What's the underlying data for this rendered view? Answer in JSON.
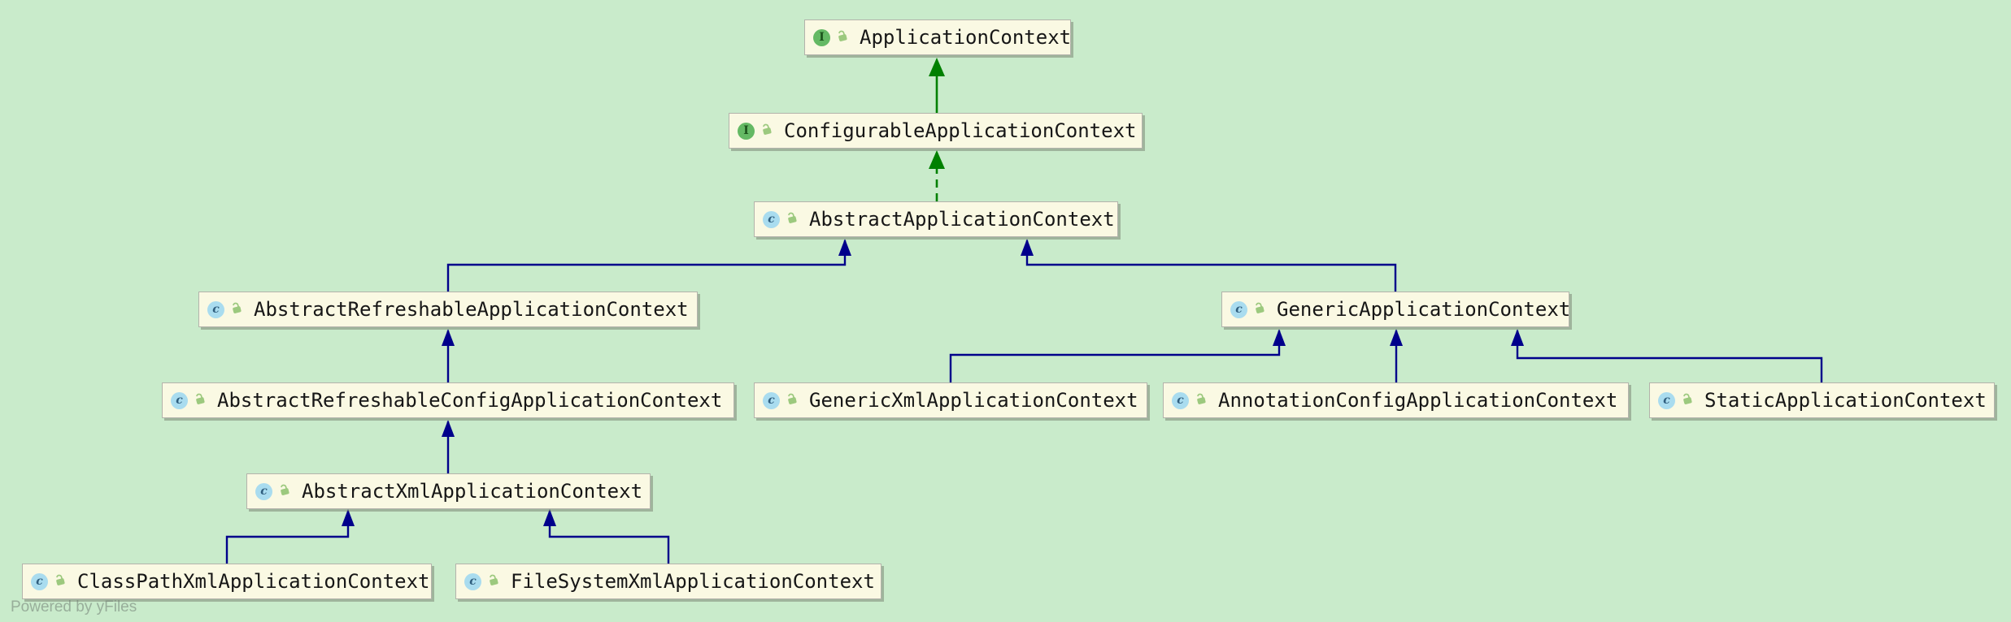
{
  "diagram": {
    "type": "uml-class-hierarchy",
    "nodes": [
      {
        "id": "application-context",
        "label": "ApplicationContext",
        "kind": "interface"
      },
      {
        "id": "configurable-application-context",
        "label": "ConfigurableApplicationContext",
        "kind": "interface"
      },
      {
        "id": "abstract-application-context",
        "label": "AbstractApplicationContext",
        "kind": "class"
      },
      {
        "id": "abstract-refreshable-application-context",
        "label": "AbstractRefreshableApplicationContext",
        "kind": "class"
      },
      {
        "id": "generic-application-context",
        "label": "GenericApplicationContext",
        "kind": "class"
      },
      {
        "id": "abstract-refreshable-config-application-context",
        "label": "AbstractRefreshableConfigApplicationContext",
        "kind": "class"
      },
      {
        "id": "generic-xml-application-context",
        "label": "GenericXmlApplicationContext",
        "kind": "class"
      },
      {
        "id": "annotation-config-application-context",
        "label": "AnnotationConfigApplicationContext",
        "kind": "class"
      },
      {
        "id": "static-application-context",
        "label": "StaticApplicationContext",
        "kind": "class"
      },
      {
        "id": "abstract-xml-application-context",
        "label": "AbstractXmlApplicationContext",
        "kind": "class"
      },
      {
        "id": "class-path-xml-application-context",
        "label": "ClassPathXmlApplicationContext",
        "kind": "class"
      },
      {
        "id": "file-system-xml-application-context",
        "label": "FileSystemXmlApplicationContext",
        "kind": "class"
      }
    ],
    "edges": [
      {
        "from": "configurable-application-context",
        "to": "application-context",
        "relation": "extends"
      },
      {
        "from": "abstract-application-context",
        "to": "configurable-application-context",
        "relation": "implements"
      },
      {
        "from": "abstract-refreshable-application-context",
        "to": "abstract-application-context",
        "relation": "extends"
      },
      {
        "from": "generic-application-context",
        "to": "abstract-application-context",
        "relation": "extends"
      },
      {
        "from": "abstract-refreshable-config-application-context",
        "to": "abstract-refreshable-application-context",
        "relation": "extends"
      },
      {
        "from": "generic-xml-application-context",
        "to": "generic-application-context",
        "relation": "extends"
      },
      {
        "from": "annotation-config-application-context",
        "to": "generic-application-context",
        "relation": "extends"
      },
      {
        "from": "static-application-context",
        "to": "generic-application-context",
        "relation": "extends"
      },
      {
        "from": "abstract-xml-application-context",
        "to": "abstract-refreshable-config-application-context",
        "relation": "extends"
      },
      {
        "from": "class-path-xml-application-context",
        "to": "abstract-xml-application-context",
        "relation": "extends"
      },
      {
        "from": "file-system-xml-application-context",
        "to": "abstract-xml-application-context",
        "relation": "extends"
      }
    ],
    "icon_legend": {
      "interface_badge": "I",
      "class_badge": "c",
      "modifier_icon": "unlocked-padlock"
    },
    "colors": {
      "canvas_background": "#C9EBCB",
      "node_fill": "#FAF9E3",
      "node_border": "#B3B3AB",
      "class_edge": "#00008B",
      "interface_edge": "#008000",
      "lock_icon": "#9CC97E"
    }
  },
  "watermark": {
    "text": "Powered by yFiles"
  }
}
